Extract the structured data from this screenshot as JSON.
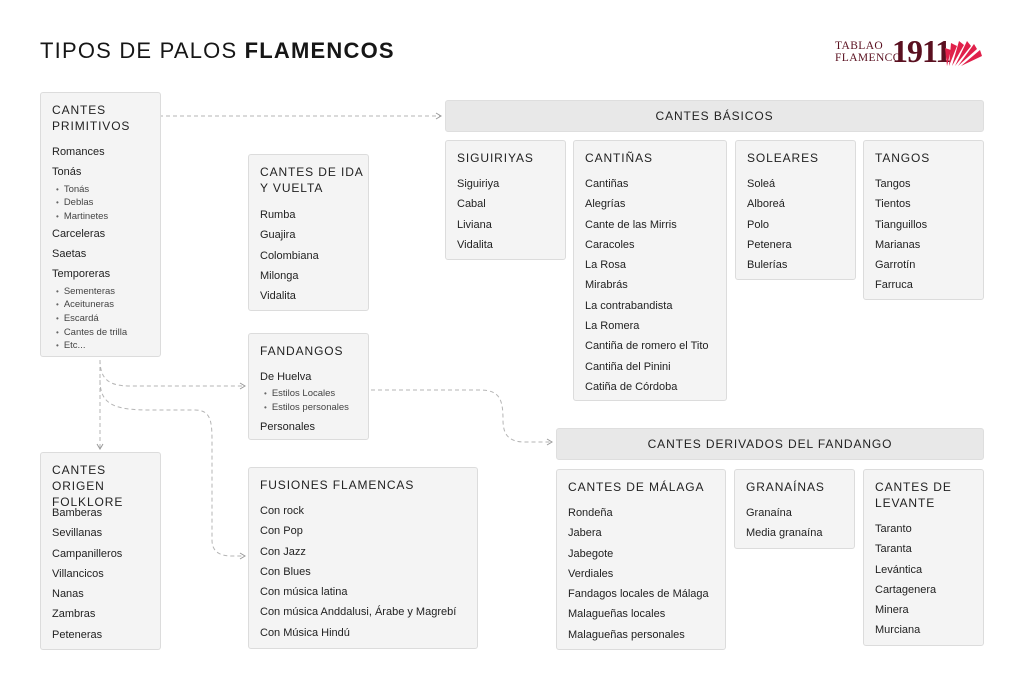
{
  "title": {
    "prefix": "TIPOS DE PALOS",
    "bold": "FLAMENCOS"
  },
  "logo": {
    "line1": "TABLAO",
    "line2": "FLAMENCO",
    "number": "1911",
    "color": "#e0204a"
  },
  "sections": {
    "primitivos": {
      "header": [
        "CANTES",
        "PRIMITIVOS"
      ],
      "items": [
        {
          "t": "Romances"
        },
        {
          "t": "Tonás",
          "sub": [
            "Tonás",
            "Deblas",
            "Martinetes"
          ]
        },
        {
          "t": "Carceleras"
        },
        {
          "t": "Saetas"
        },
        {
          "t": "Temporeras",
          "sub": [
            "Sementeras",
            "Aceituneras",
            "Escardá",
            "Cantes de trilla",
            "Etc..."
          ]
        }
      ]
    },
    "folklore": {
      "header": [
        "CANTES ORIGEN",
        "FOLKLORE"
      ],
      "items": [
        "Bamberas",
        "Sevillanas",
        "Campanilleros",
        "Villancicos",
        "Nanas",
        "Zambras",
        "Peteneras"
      ]
    },
    "ida_vuelta": {
      "header": [
        "CANTES DE IDA",
        "Y VUELTA"
      ],
      "items": [
        "Rumba",
        "Guajira",
        "Colombiana",
        "Milonga",
        "Vidalita"
      ]
    },
    "fandangos": {
      "header": [
        "FANDANGOS"
      ],
      "items": [
        {
          "t": "De Huelva",
          "sub": [
            "Estilos Locales",
            "Estilos personales"
          ]
        },
        {
          "t": "Personales"
        }
      ]
    },
    "fusiones": {
      "header": [
        "FUSIONES FLAMENCAS"
      ],
      "items": [
        "Con rock",
        "Con Pop",
        "Con Jazz",
        "Con Blues",
        "Con música latina",
        "Con música Anddalusi, Árabe y Magrebí",
        "Con Música Hindú"
      ]
    },
    "basicos_band": "CANTES BÁSICOS",
    "siguiriyas": {
      "header": [
        "SIGUIRIYAS"
      ],
      "items": [
        "Siguiriya",
        "Cabal",
        "Liviana",
        "Vidalita"
      ]
    },
    "cantinas": {
      "header": [
        "CANTIÑAS"
      ],
      "items": [
        "Cantiñas",
        "Alegrías",
        "Cante de las Mirris",
        "Caracoles",
        "La Rosa",
        "Mirabrás",
        "La contrabandista",
        "La Romera",
        "Cantiña de romero el Tito",
        "Cantiña del Pinini",
        "Catiña de Córdoba"
      ]
    },
    "soleares": {
      "header": [
        "SOLEARES"
      ],
      "items": [
        "Soleá",
        "Alboreá",
        "Polo",
        "Petenera",
        "Bulerías"
      ]
    },
    "tangos": {
      "header": [
        "TANGOS"
      ],
      "items": [
        "Tangos",
        "Tientos",
        "Tianguillos",
        "Marianas",
        "Garrotín",
        "Farruca"
      ]
    },
    "derivados_band": "CANTES DERIVADOS DEL FANDANGO",
    "malaga": {
      "header": [
        "CANTES DE MÁLAGA"
      ],
      "items": [
        "Rondeña",
        "Jabera",
        "Jabegote",
        "Verdiales",
        "Fandagos locales de Málaga",
        "Malagueñas locales",
        "Malagueñas personales"
      ]
    },
    "granainas": {
      "header": [
        "GRANAÍNAS"
      ],
      "items": [
        "Granaína",
        "Media granaína"
      ]
    },
    "levante": {
      "header": [
        "CANTES DE",
        "LEVANTE"
      ],
      "items": [
        "Taranto",
        "Taranta",
        "Levántica",
        "Cartagenera",
        "Minera",
        "Murciana"
      ]
    }
  }
}
